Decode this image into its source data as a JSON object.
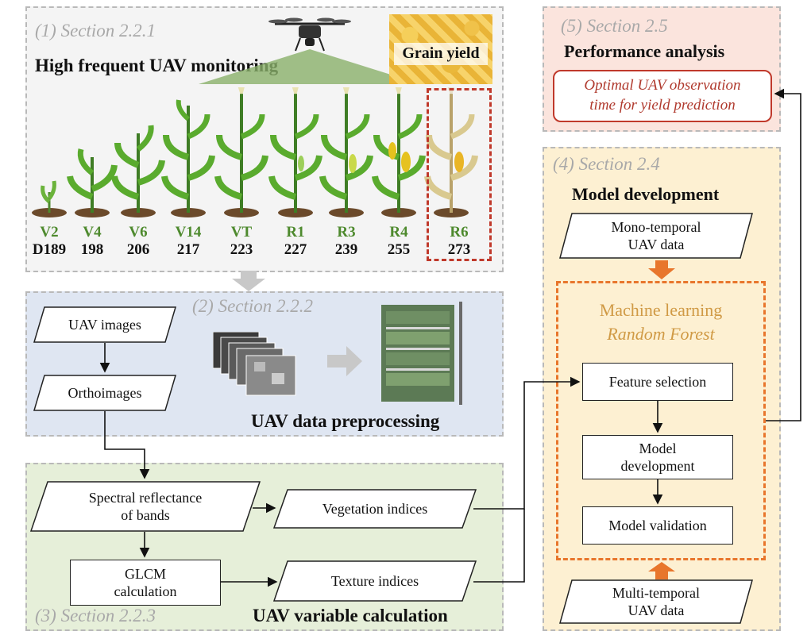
{
  "section1": {
    "label": "(1) Section 2.2.1",
    "title": "High frequent UAV monitoring",
    "grain_label": "Grain yield",
    "stages": [
      "V2",
      "V4",
      "V6",
      "V14",
      "VT",
      "R1",
      "R3",
      "R4",
      "R6"
    ],
    "days": [
      "D189",
      "198",
      "206",
      "217",
      "223",
      "227",
      "239",
      "255",
      "273"
    ]
  },
  "section2": {
    "label": "(2) Section 2.2.2",
    "title": "UAV data preprocessing",
    "uav_images": "UAV images",
    "orthoimages": "Orthoimages"
  },
  "section3": {
    "label": "(3) Section 2.2.3",
    "title": "UAV variable calculation",
    "spectral_l1": "Spectral reflectance",
    "spectral_l2": "of bands",
    "vegetation": "Vegetation indices",
    "glcm_l1": "GLCM",
    "glcm_l2": "calculation",
    "texture": "Texture indices"
  },
  "section4": {
    "label": "(4) Section 2.4",
    "title": "Model development",
    "mono_l1": "Mono-temporal",
    "mono_l2": "UAV data",
    "ml_l1": "Machine learning",
    "ml_l2": "Random Forest",
    "feature": "Feature selection",
    "model_dev_l1": "Model",
    "model_dev_l2": "development",
    "validation": "Model validation",
    "multi_l1": "Multi-temporal",
    "multi_l2": "UAV data"
  },
  "section5": {
    "label": "(5) Section 2.5",
    "title": "Performance analysis",
    "optimal_l1": "Optimal UAV observation",
    "optimal_l2": "time for yield prediction"
  },
  "colors": {
    "section1_bg": "#f4f4f4",
    "section2_bg": "#dfe6f2",
    "section3_bg": "#e6efd9",
    "section4_bg": "#fdf0d2",
    "section5_bg": "#fbe4dd",
    "stage_green": "#4e8a2e",
    "orange": "#e8762c",
    "red_dash": "#c0392b"
  }
}
